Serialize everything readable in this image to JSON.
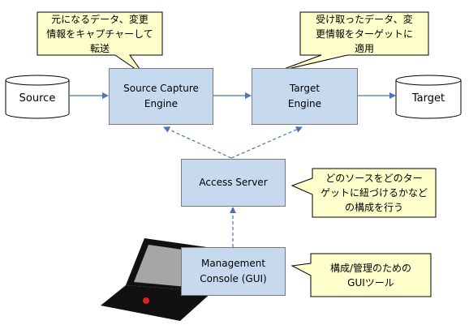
{
  "diagram": {
    "nodes": {
      "source": "Source",
      "source_capture_engine": "Source Capture\nEngine",
      "target_engine": "Target\nEngine",
      "target": "Target",
      "access_server": "Access Server",
      "management_console": "Management\nConsole (GUI)"
    },
    "callouts": {
      "capture": "元になるデータ、変更\n情報をキャプチャーして\n転送",
      "apply": "受け取ったデータ、変\n更情報をターゲットに\n適用",
      "access": "どのソースをどのター\nゲットに紐づけるかなど\nの構成を行う",
      "console": "構成/管理のための\nGUIツール"
    },
    "colors": {
      "engine_fill": "#c6d9ef",
      "callout_fill": "#ffffcc",
      "arrow": "#4a72b8",
      "laptop": "#111111",
      "power_led": "#e0201c"
    },
    "icons": {
      "source": "database-cylinder-icon",
      "target": "database-cylinder-icon",
      "console_device": "laptop-icon"
    }
  }
}
